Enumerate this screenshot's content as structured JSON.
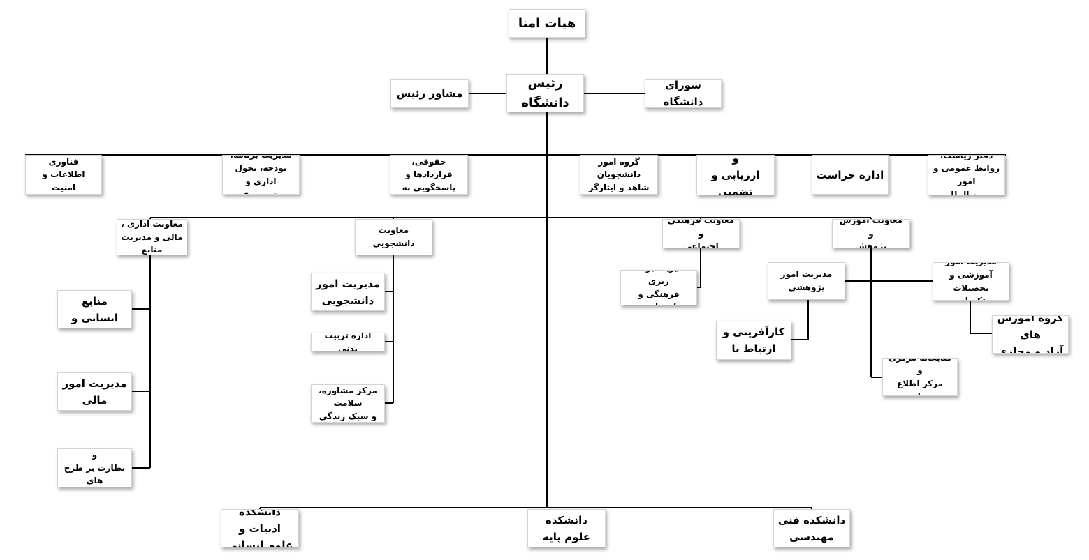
{
  "nodes": {
    "board_of_trustees": "هیات امنا",
    "president": "رئیس دانشگاه",
    "president_advisor": "مشاور رئیس",
    "university_council": "شورای دانشگاه",
    "office_presidency": "دفتر ریاست،\nروابط عمومی و امور\nبین الملل",
    "security": "اداره حراست",
    "quality_group": "گروه نظارت و\nارزیابی و تضمین\nکیفیت",
    "veterans_group": "گروه امور دانشجویان\nشاهد و ایثارگر",
    "legal_affairs": "مدیریت امور حقوقی،\nقراردادها و\nپاسخگویی به شکایات",
    "planning_budget": "مدیریت برنامه،\nبودجه، تحول اداری و\nبهره وری",
    "it_group": "گروه توسعه و فناوری\nاطلاعات و امنیت\nفضای مجازی",
    "vp_education_research": "معاونت آموزش و\nپژوهش",
    "vp_cultural_social": "معاونت فرهنگی و\nاجتماعی",
    "vp_student": "معاونت دانشجویی",
    "vp_admin_finance": "معاونت اداری ،\nمالی و مدیریت\nمنابع",
    "research_management": "مدیریت امور پژوهشی",
    "education_graduate": "مدیریت امور\nآموزشی و تحصیلات\nتکمیلی",
    "free_virtual_group": "گروه آموزش های\nآزاد و مجازی",
    "entrepreneurship_group": "گروه کارآفرینی و\nارتباط با صنعت",
    "central_library": "کتابخانه مرکزی و\nمرکز اطلاع رسانی",
    "cultural_planning": "مدیریت برنامه ریزی\nفرهنگی و اجتماعی",
    "student_affairs": "مدیریت امور\nدانشجویی",
    "physical_education": "اداره تربیت بدنی",
    "counseling_center": "مرکز مشاوره، سلامت\nو سبک زندگی",
    "human_resources": "مدیریت  منابع\nانسانی و پشتیبانی",
    "financial_affairs": "مدیریت امور\nمالی",
    "technical_group": "گروه امور فنی و\nنظارت بر طرح های\nعمرانی",
    "faculty_humanities": "دانشکده ادبیات و\nعلوم انسانی",
    "faculty_basic_sciences": "دانشکده علوم پایه",
    "faculty_engineering": "دانشکده فنی\nمهندسی"
  },
  "colors": {
    "line": "#000000",
    "box_border": "#d4d4d4",
    "background": "#ffffff"
  }
}
